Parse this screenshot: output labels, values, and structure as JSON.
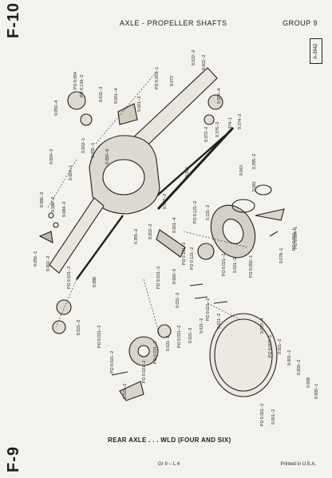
{
  "page": {
    "code_top": "F-10",
    "code_bottom": "F-9",
    "title": "AXLE - PROPELLER SHAFTS",
    "group": "GROUP 9",
    "ref_code": "A-3942",
    "caption": "REAR AXLE . . . WLD (FOUR AND SIX)",
    "footer_left": "Gr 9 -- L 4",
    "footer_right": "Printed in U.S.A."
  },
  "part_labels": {
    "p1": "9.050--4",
    "p2": "PO 9.134--2",
    "p3": "PO 9.054",
    "p4": "9.031--3",
    "p5": "9.001--4",
    "p6": "9.001--3",
    "p7": "PO 9.003--1",
    "p8": "9.072",
    "p9": "9.022--2",
    "p10": "9.002--2",
    "p11": "9.006--4",
    "p12": "9.374--2",
    "p13": "9.374--1",
    "p14": "9.376--2",
    "p15": "9.372--2",
    "p16": "9.002--1",
    "p17": "9.055--1",
    "p18": "9.050--6",
    "p19": "9.004--2",
    "p20": "9.004--1",
    "p21": "9.086--2",
    "p22": "9.088--2",
    "p23": "9.084--2",
    "p24": "9.086",
    "p25": "9.057--2",
    "p26": "9.001--4",
    "p27": "9.081",
    "p28": "9.063",
    "p29": "9.395--2",
    "p30": "PO 9.121--2",
    "p31": "9.121--2",
    "p32": "PO 9.004--1",
    "p33": "9.056--1",
    "p34": "9.002--2",
    "p35": "9.088",
    "p36": "9.355--2",
    "p37": "9.002--2",
    "p38": "PO 9.121--2",
    "p39": "PO 9.021--2",
    "p40": "9.060--5",
    "p41": "9.021--2",
    "p42": "PO 9.121--2",
    "p43": "PO 9.021--2",
    "p44": "9.021--2",
    "p45": "PO 9.050--1",
    "p46": "9.078--1",
    "p47": "PO 9.003--1",
    "p48": "PO 9.021--2",
    "p49": "9.021--2",
    "p50": "9.021--2",
    "p51": "9.021--3",
    "p52": "PO 9.021--2",
    "p53": "9.021--2",
    "p54": "PO 9.021--2",
    "p55": "PO 9.021--2",
    "p56": "9.007--4",
    "p57": "PO 9.007--1",
    "p58": "9.001--2",
    "p59": "9.001--2",
    "p60": "9.006--2",
    "p61": "9.008",
    "p62": "9.005--1",
    "p63": "PO 9.001--2",
    "p64": "9.001--2",
    "p65": "PO 9.021--2",
    "p66": "PO 9.021--2",
    "p67": "9.021--2",
    "p68": "9.021--2",
    "p69": "PO 9.021--2"
  }
}
